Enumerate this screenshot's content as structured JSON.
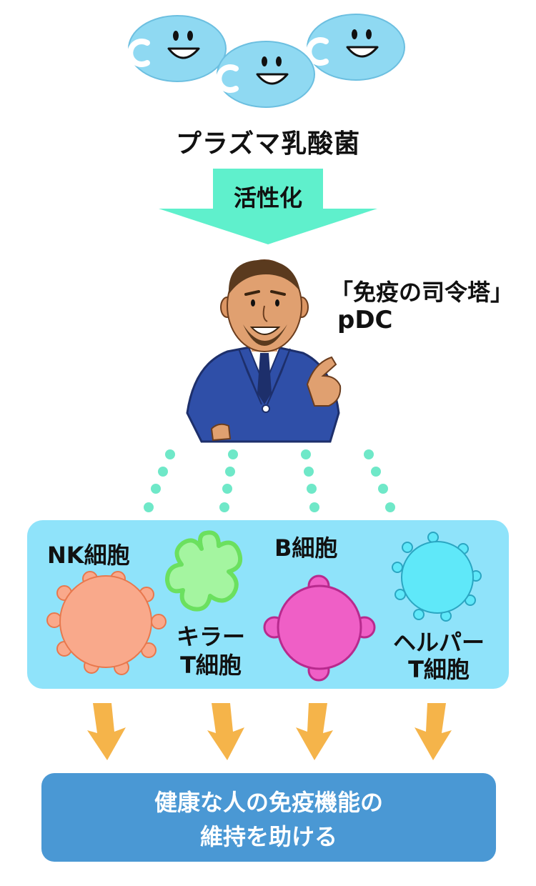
{
  "bacteria": {
    "label": "プラズマ乳酸菌"
  },
  "activation": {
    "label": "活性化"
  },
  "pdc": {
    "title": "「免疫の司令塔」",
    "name": "pDC"
  },
  "cells": {
    "nk": "NK細胞",
    "killer_line1": "キラー",
    "killer_line2": "T細胞",
    "b": "B細胞",
    "helper_line1": "ヘルパー",
    "helper_line2": "T細胞"
  },
  "result": {
    "line1": "健康な人の免疫機能の",
    "line2": "維持を助ける"
  },
  "colors": {
    "bacteria": "#8fd9f2",
    "arrow_main": "#5ff0cc",
    "dots": "#6fe8c8",
    "cells_panel": "#8fe3fa",
    "nk_cell": "#f9a98b",
    "killer_cell": "#a4f5a0",
    "b_cell": "#ef5fc6",
    "helper_cell": "#5fe8f9",
    "down_arrows": "#f5b44a",
    "result_box": "#4a98d4"
  }
}
